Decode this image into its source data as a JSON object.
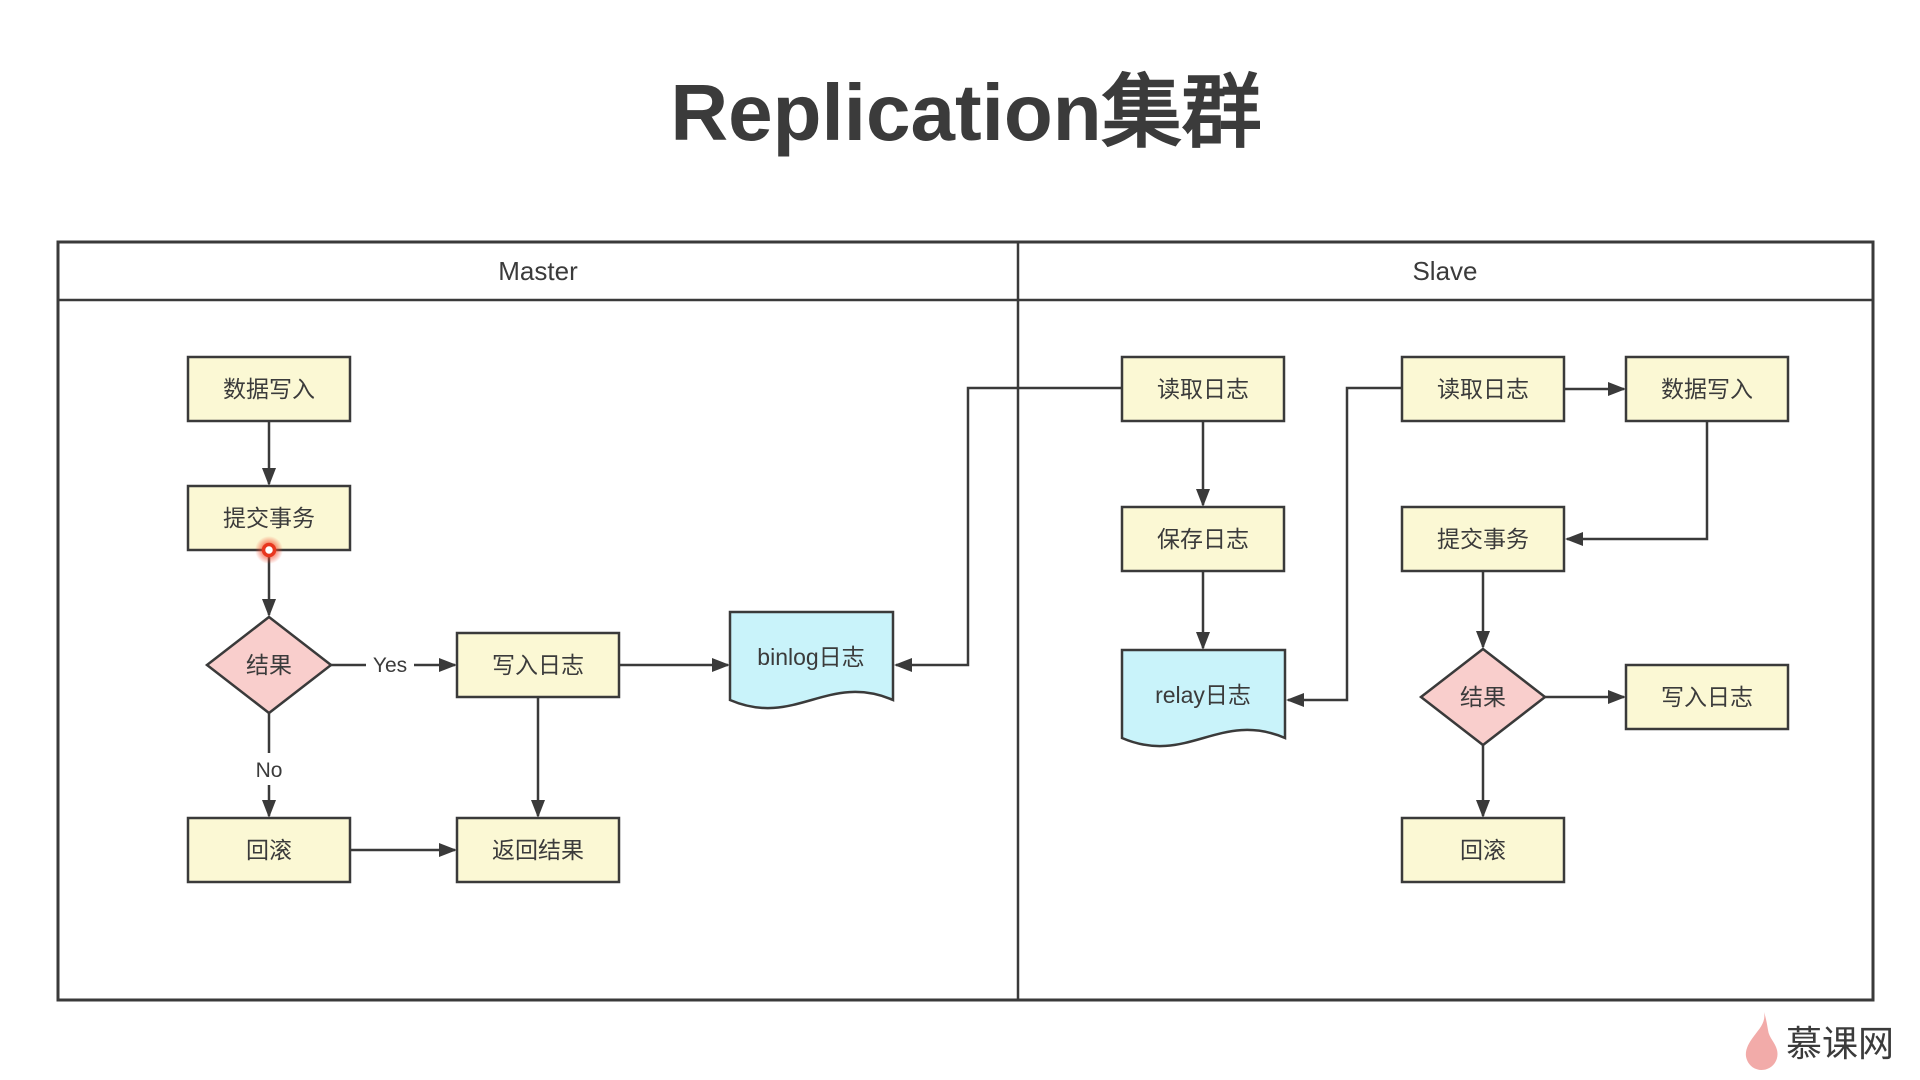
{
  "title": "Replication集群",
  "table": {
    "header": {
      "master": "Master",
      "slave": "Slave"
    }
  },
  "master": {
    "nodes": {
      "data_write": "数据写入",
      "commit_transaction": "提交事务",
      "result": "结果",
      "write_log": "写入日志",
      "binlog": "binlog日志",
      "rollback": "回滚",
      "return_result": "返回结果"
    },
    "edge_labels": {
      "yes": "Yes",
      "no": "No"
    }
  },
  "slave": {
    "nodes": {
      "read_log_from_master": "读取日志",
      "save_log": "保存日志",
      "relay_log": "relay日志",
      "read_relay_log": "读取日志",
      "data_write": "数据写入",
      "commit_transaction": "提交事务",
      "result": "结果",
      "write_log": "写入日志",
      "rollback": "回滚"
    }
  },
  "watermark": {
    "brand": "慕课网"
  },
  "colors": {
    "title": "#ce4b4e",
    "process_fill": "#fbf8d4",
    "decision_fill": "#f9cecc",
    "document_fill": "#c9f3fa",
    "stroke": "#3a3a3a",
    "watermark": "#f2aba9",
    "highlight_dot": "#e8371f"
  }
}
